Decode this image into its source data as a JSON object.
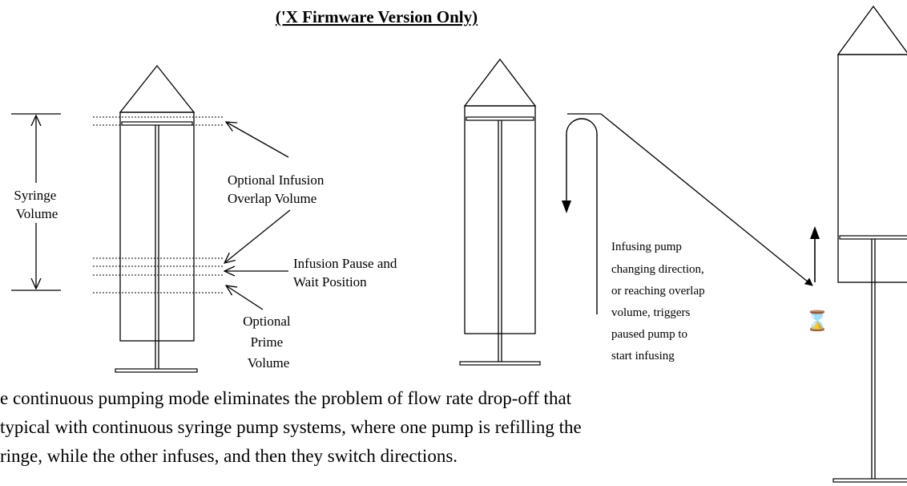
{
  "title": "('X Firmware Version Only)",
  "labels": {
    "syringe_volume": [
      "Syringe",
      "Volume"
    ],
    "overlap": [
      "Optional Infusion",
      "Overlap Volume"
    ],
    "pause": [
      "Infusion Pause and",
      "Wait Position"
    ],
    "prime": [
      "Optional",
      "Prime",
      "Volume"
    ],
    "trigger": [
      "Infusing pump",
      "changing direction,",
      "or reaching overlap",
      "volume, triggers",
      "paused pump to",
      "start infusing"
    ]
  },
  "hourglass": "⌛",
  "icons": {
    "hourglass": "hourglass-icon"
  },
  "description": [
    "e continuous pumping mode eliminates the problem of flow rate drop-off that",
    "typical with continuous syringe pump systems, where one pump is refilling the",
    "ringe, while the other infuses, and then they switch directions."
  ]
}
